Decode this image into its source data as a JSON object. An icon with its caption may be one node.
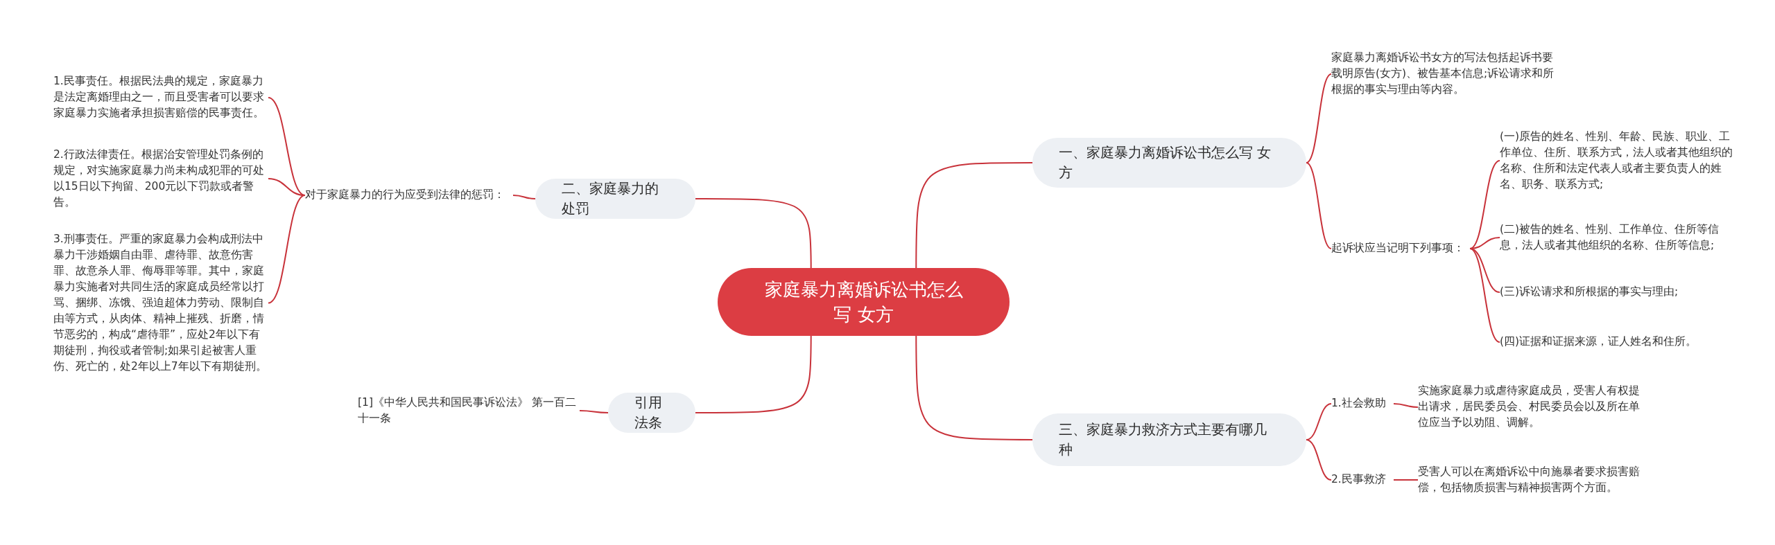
{
  "diagram": {
    "nodes": [
      {
        "text": [
          "家庭暴力离婚诉讼书怎么写 女方"
        ]
      },
      {
        "text": [
          "一、家庭暴力离婚诉讼书怎么写 女方"
        ]
      },
      {
        "text": [
          "家庭暴力离婚诉讼书女方的写法包括起诉书要载明原告(女方)、被告基本信息;诉讼请求和所根据的事实与理由等内容。"
        ]
      },
      {
        "text": [
          "起诉状应当记明下列事项："
        ]
      },
      {
        "text": [
          "(一)原告的姓名、性别、年龄、民族、职业、工作单位、住所、联系方式，法人或者其他组织的名称、住所和法定代表人或者主要负责人的姓名、职务、联系方式;"
        ]
      },
      {
        "text": [
          "(二)被告的姓名、性别、工作单位、住所等信息，法人或者其他组织的名称、住所等信息;"
        ]
      },
      {
        "text": [
          "(三)诉讼请求和所根据的事实与理由;"
        ]
      },
      {
        "text": [
          "(四)证据和证据来源，证人姓名和住所。"
        ]
      },
      {
        "text": [
          "三、家庭暴力救济方式主要有哪几种"
        ]
      },
      {
        "text": [
          "1.社会救助"
        ]
      },
      {
        "text": [
          "实施家庭暴力或虐待家庭成员，受害人有权提出请求，居民委员会、村民委员会以及所在单位应当予以劝阻、调解。"
        ]
      },
      {
        "text": [
          "2.民事救济"
        ]
      },
      {
        "text": [
          "受害人可以在离婚诉讼中向施暴者要求损害赔偿，包括物质损害与精神损害两个方面。"
        ]
      },
      {
        "text": [
          "二、家庭暴力的处罚"
        ]
      },
      {
        "text": [
          "对于家庭暴力的行为应受到法律的惩罚："
        ]
      },
      {
        "text": [
          "1.民事责任。根据民法典的规定，家庭暴力是法定离婚理由之一，而且受害者可以要求家庭暴力实施者承担损害赔偿的民事责任。"
        ]
      },
      {
        "text": [
          "2.行政法律责任。根据治安管理处罚条例的规定，对实施家庭暴力尚未构成犯罪的可处以15日以下拘留、200元以下罚款或者警告。"
        ]
      },
      {
        "text": [
          "3.刑事责任。严重的家庭暴力会构成刑法中暴力干涉婚姻自由罪、虐待罪、故意伤害罪、故意杀人罪、侮辱罪等罪。其中，家庭暴力实施者对共同生活的家庭成员经常以打骂、捆绑、冻饿、强迫超体力劳动、限制自由等方式，从肉体、精神上摧残、折磨，情节恶劣的，构成“虐待罪”，应处2年以下有期徒刑，拘役或者管制;如果引起被害人重伤、死亡的，处2年以上7年以下有期徒刑。"
        ]
      },
      {
        "text": [
          "引用法条"
        ]
      },
      {
        "text": [
          "[1]《中华人民共和国民事诉讼法》 第一百二十一条"
        ]
      }
    ],
    "edges": [
      {
        "from": 0,
        "to": 1,
        "arrow": "none"
      },
      {
        "from": 1,
        "to": 2,
        "arrow": "none"
      },
      {
        "from": 1,
        "to": 3,
        "arrow": "none"
      },
      {
        "from": 3,
        "to": 4,
        "arrow": "none"
      },
      {
        "from": 3,
        "to": 5,
        "arrow": "none"
      },
      {
        "from": 3,
        "to": 6,
        "arrow": "none"
      },
      {
        "from": 3,
        "to": 7,
        "arrow": "none"
      },
      {
        "from": 0,
        "to": 8,
        "arrow": "none"
      },
      {
        "from": 8,
        "to": 9,
        "arrow": "none"
      },
      {
        "from": 9,
        "to": 10,
        "arrow": "none"
      },
      {
        "from": 8,
        "to": 11,
        "arrow": "none"
      },
      {
        "from": 11,
        "to": 12,
        "arrow": "none"
      },
      {
        "from": 0,
        "to": 13,
        "arrow": "none"
      },
      {
        "from": 13,
        "to": 14,
        "arrow": "none"
      },
      {
        "from": 14,
        "to": 15,
        "arrow": "none"
      },
      {
        "from": 14,
        "to": 16,
        "arrow": "none"
      },
      {
        "from": 14,
        "to": 17,
        "arrow": "none"
      },
      {
        "from": 0,
        "to": 18,
        "arrow": "none"
      },
      {
        "from": 18,
        "to": 19,
        "arrow": "none"
      }
    ]
  }
}
